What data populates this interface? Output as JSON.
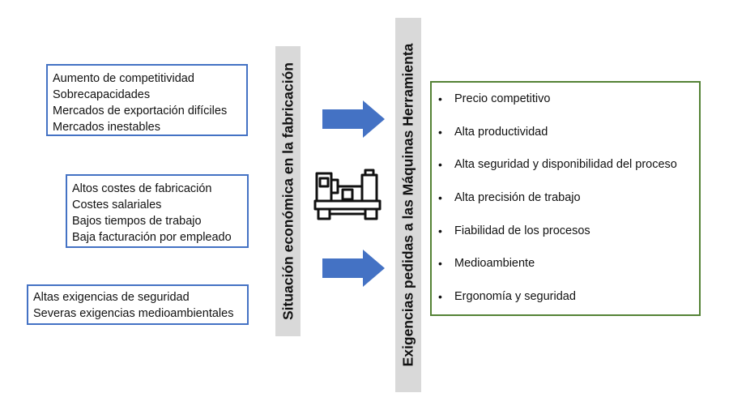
{
  "left_boxes": [
    {
      "lines": [
        "Aumento de competitividad",
        "Sobrecapacidades",
        "Mercados de exportación difíciles",
        "Mercados inestables"
      ]
    },
    {
      "lines": [
        "Altos costes de fabricación",
        "Costes salariales",
        "Bajos tiempos de trabajo",
        "Baja facturación por empleado"
      ]
    },
    {
      "lines": [
        "Altas exigencias de seguridad",
        "Severas exigencias medioambientales"
      ]
    }
  ],
  "vertical_labels": {
    "situation": "Situación económica  en la fabricación",
    "requirements": "Exigencias pedidas a las Máquinas Herramienta"
  },
  "requirements": {
    "bullet": "•",
    "items": [
      "Precio competitivo",
      "Alta productividad",
      "Alta seguridad y disponibilidad del proceso",
      "Alta precisión de trabajo",
      "Fiabilidad de los procesos",
      "Medioambiente",
      "Ergonomía y seguridad"
    ]
  },
  "icons": {
    "arrow": "arrow-right-icon",
    "machine": "lathe-machine-icon"
  },
  "colors": {
    "left_box_border": "#4472c4",
    "right_box_border": "#548235",
    "arrow_fill": "#4472c4",
    "label_bar": "#d9d9d9"
  }
}
